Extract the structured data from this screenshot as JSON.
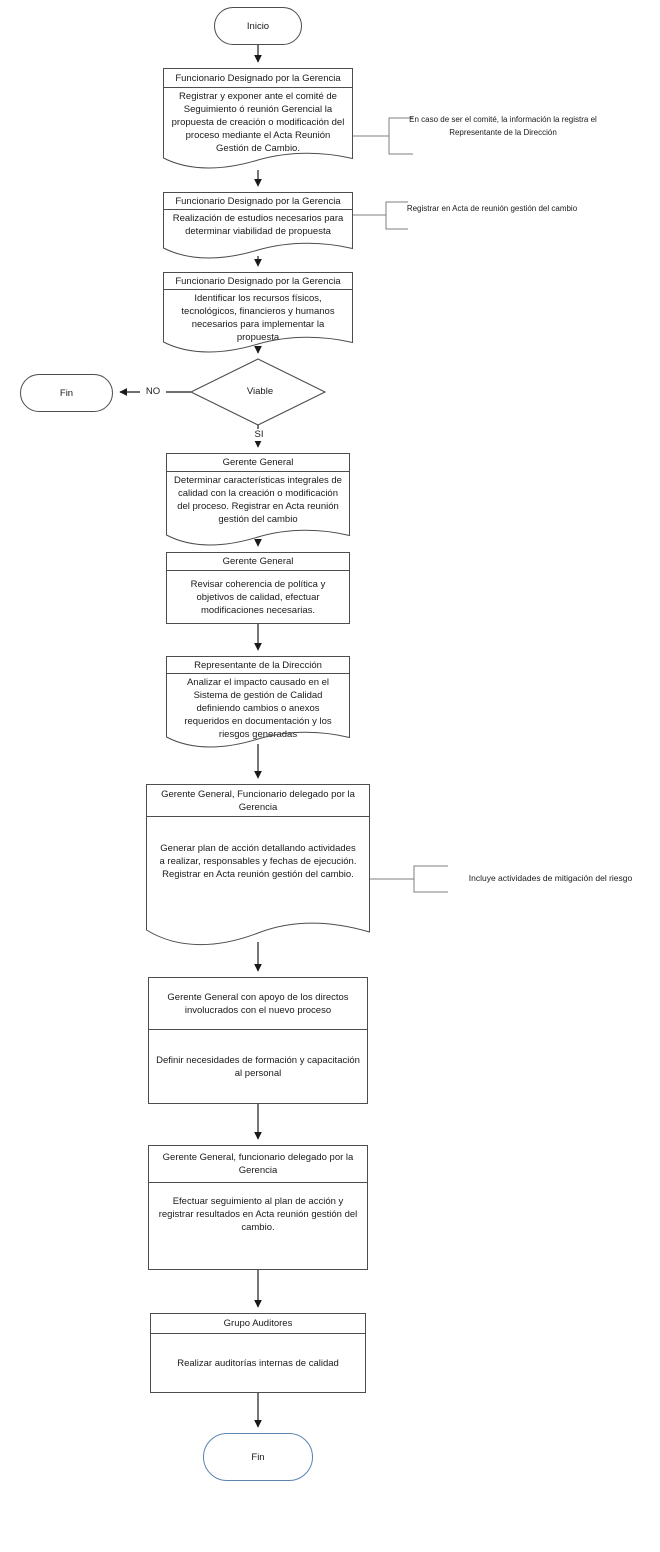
{
  "colors": {
    "shape_border": "#4d4d4d",
    "arrow": "#1a1a1a",
    "annotation_line": "#7f7f7f",
    "end_terminal_border": "#5b84b1",
    "background": "#ffffff",
    "text": "#1a1a1a"
  },
  "flow": {
    "start_label": "Inicio",
    "fin_no_label": "Fin",
    "fin_end_label": "Fin",
    "decision": {
      "label": "Viable",
      "no": "NO",
      "yes": "SI"
    },
    "nodes": [
      {
        "shape": "document",
        "header": "Funcionario Designado por la Gerencia",
        "body": "Registrar y exponer ante el comité de Seguimiento ó reunión Gerencial la propuesta de creación o modificación del proceso mediante el Acta Reunión Gestión de Cambio."
      },
      {
        "shape": "document",
        "header": "Funcionario Designado por la Gerencia",
        "body": "Realización de estudios necesarios para determinar viabilidad de propuesta"
      },
      {
        "shape": "document",
        "header": "Funcionario Designado por la Gerencia",
        "body": "Identificar los recursos físicos, tecnológicos, financieros y humanos necesarios para implementar la propuesta"
      },
      {
        "shape": "document",
        "header": "Gerente General",
        "body": "Determinar características integrales de calidad con la creación o modificación del proceso. Registrar en Acta reunión gestión del cambio"
      },
      {
        "shape": "process",
        "header": "Gerente General",
        "body": "Revisar coherencia de política y objetivos de calidad, efectuar modificaciones necesarias."
      },
      {
        "shape": "document",
        "header": "Representante de la Dirección",
        "body": "Analizar el impacto causado en el Sistema de gestión de Calidad definiendo cambios o anexos requeridos en documentación y los riesgos generadas"
      },
      {
        "shape": "document",
        "header": "Gerente General,  Funcionario delegado por la Gerencia",
        "body": "Generar plan de acción detallando actividades a realizar, responsables y fechas de ejecución. Registrar en Acta reunión gestión del cambio."
      },
      {
        "shape": "process",
        "header": "Gerente General con apoyo de los directos involucrados con el nuevo proceso",
        "body": "Definir necesidades de formación y capacitación al personal"
      },
      {
        "shape": "process",
        "header": "Gerente General,  funcionario delegado por la Gerencia",
        "body": "Efectuar seguimiento al plan de acción y registrar resultados en Acta reunión gestión del cambio."
      },
      {
        "shape": "process",
        "header": "Grupo Auditores",
        "body": "Realizar auditorías internas de calidad"
      }
    ],
    "annotations": [
      {
        "text": "En caso de ser el comité, la información la registra el Representante de la Dirección"
      },
      {
        "text": "Registrar en Acta de reunión gestión del cambio"
      },
      {
        "text": "Incluye actividades de mitigación del riesgo"
      }
    ]
  }
}
